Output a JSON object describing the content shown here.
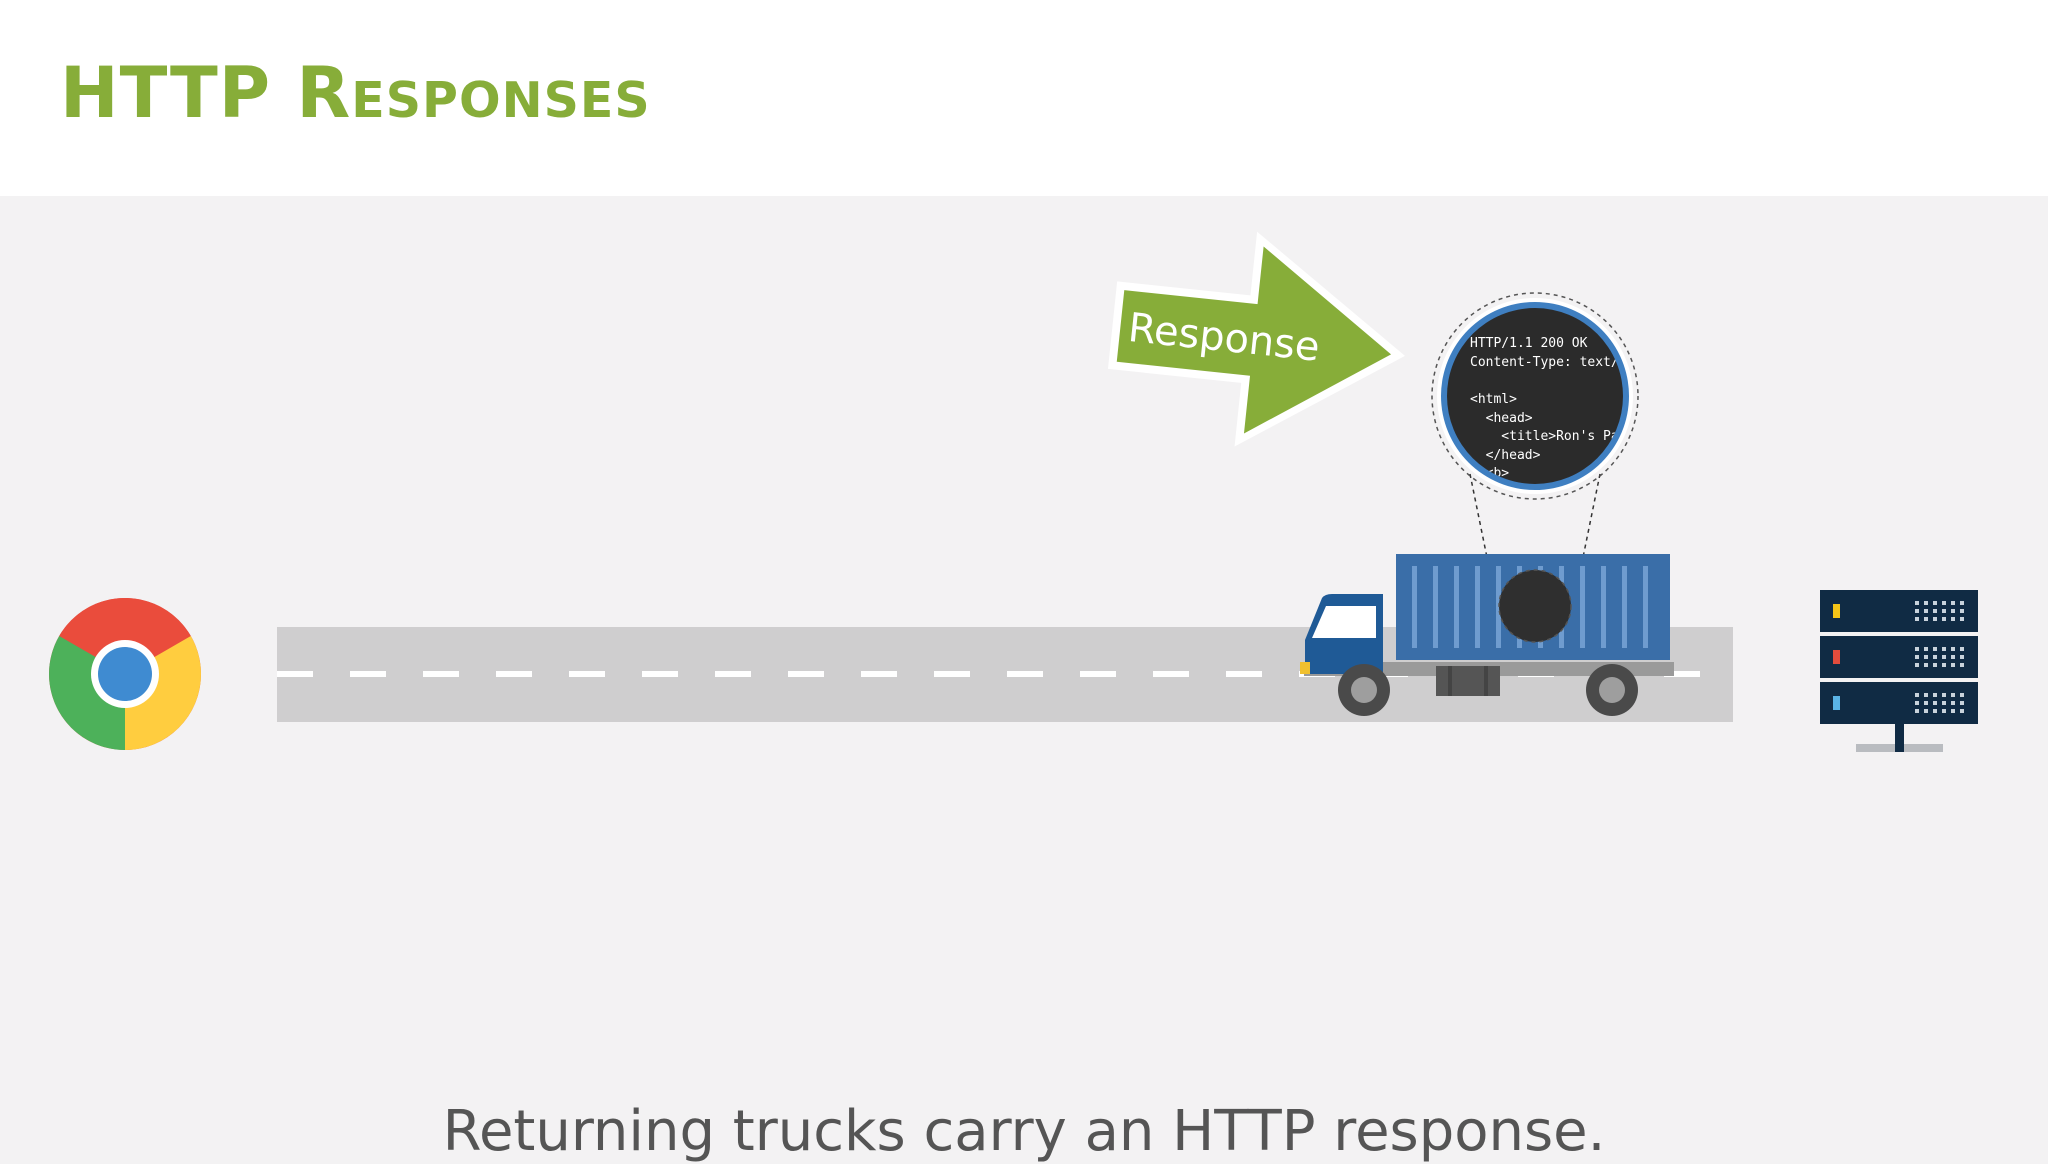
{
  "slide": {
    "title": "HTTP Responses",
    "caption": "Returning trucks carry an HTTP response."
  },
  "arrow": {
    "label": "Response"
  },
  "code_bubble": {
    "lines": [
      "HTTP/1.1 200 OK",
      "Content-Type: text/",
      "",
      "<html>",
      "  <head>",
      "    <title>Ron's Pa",
      "  </head>",
      "  <b>"
    ]
  },
  "colors": {
    "title_green": "#87ad39",
    "arrow_green": "#87ad39",
    "truck_blue": "#3a6ea8",
    "server_navy": "#102b44",
    "road_gray": "#cfcecf"
  },
  "icons": {
    "browser": "chrome-browser-icon",
    "server": "server-rack-icon",
    "vehicle": "delivery-truck-icon",
    "cargo": "data-package-icon"
  }
}
